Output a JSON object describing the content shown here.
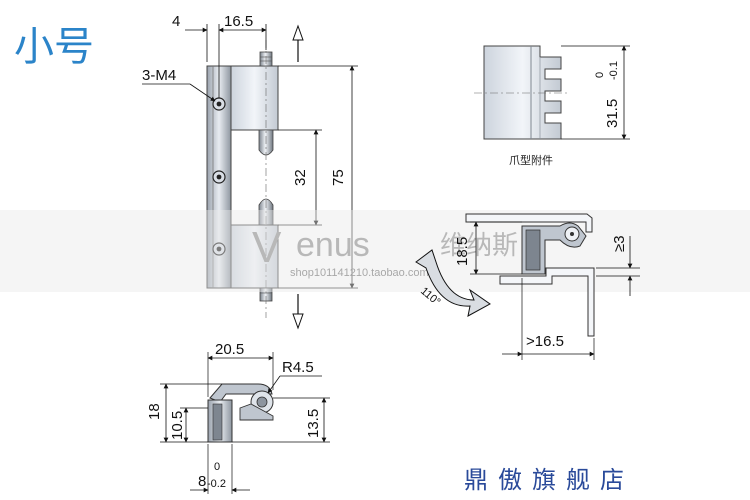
{
  "title": "小号",
  "colors": {
    "title": "#2b84c9",
    "footer": "#2a4a9a",
    "metal_light": "#e3e8ef",
    "metal_dark": "#8a929c",
    "line": "#111111"
  },
  "front_view": {
    "dim_top_left": "4",
    "dim_top_right": "16.5",
    "hole_label": "3-M4",
    "dim_pin_gap": "32",
    "dim_height": "75"
  },
  "claw_view": {
    "dim_height": "31.5",
    "tol_upper": "0",
    "tol_lower": "-0.1",
    "caption": "爪型附件"
  },
  "install_view": {
    "dim_height": "18.5",
    "dim_gap": "≥3",
    "dim_width": ">16.5",
    "angle": "110°"
  },
  "section_view": {
    "dim_width": "20.5",
    "dim_radius": "R4.5",
    "dim_total_height": "18",
    "dim_inner_height": "10.5",
    "dim_right_height": "13.5",
    "dim_thickness": "8",
    "tol_upper": "0",
    "tol_lower": "-0.2"
  },
  "watermark": {
    "brand_v": "V",
    "brand_rest": "enus",
    "brand_cn": "维纳斯",
    "shop_url": "shop101141210.taobao.com"
  },
  "footer": "鼎傲旗舰店"
}
